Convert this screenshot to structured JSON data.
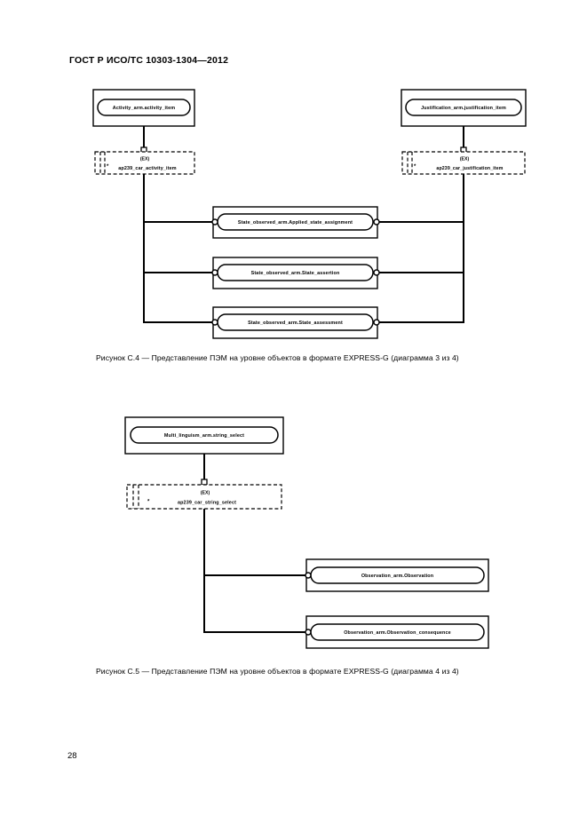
{
  "document": {
    "header": "ГОСТ Р ИСО/ТС 10303-1304—2012",
    "page_number": "28"
  },
  "figures": [
    {
      "id": "C.4",
      "caption": "Рисунок  С.4 — Представление ПЭМ на уровне объектов в формате EXPRESS-G (диаграмма 3 из 4)",
      "nodes": {
        "top_left": "Activity_arm.activity_item",
        "top_right": "Justification_arm.justification_item",
        "ex_left_tag": "(EX)",
        "ex_left": "ap239_car_activity_item",
        "ex_right_tag": "(EX)",
        "ex_right": "ap239_car_justification_item",
        "middle": [
          "State_observed_arm.Applied_state_assignment",
          "State_observed_arm.State_assertion",
          "State_observed_arm.State_assessment"
        ]
      }
    },
    {
      "id": "C.5",
      "caption": "Рисунок  С.5 — Представление ПЭМ на уровне объектов в формате EXPRESS-G (диаграмма 4 из 4)",
      "nodes": {
        "top": "Multi_linguism_arm.string_select",
        "ex_tag": "(EX)",
        "ex": "ap239_car_string_select",
        "right": [
          "Observation_arm.Observation",
          "Observation_arm.Observation_consequence"
        ]
      }
    }
  ],
  "symbols": {
    "star": "*"
  }
}
